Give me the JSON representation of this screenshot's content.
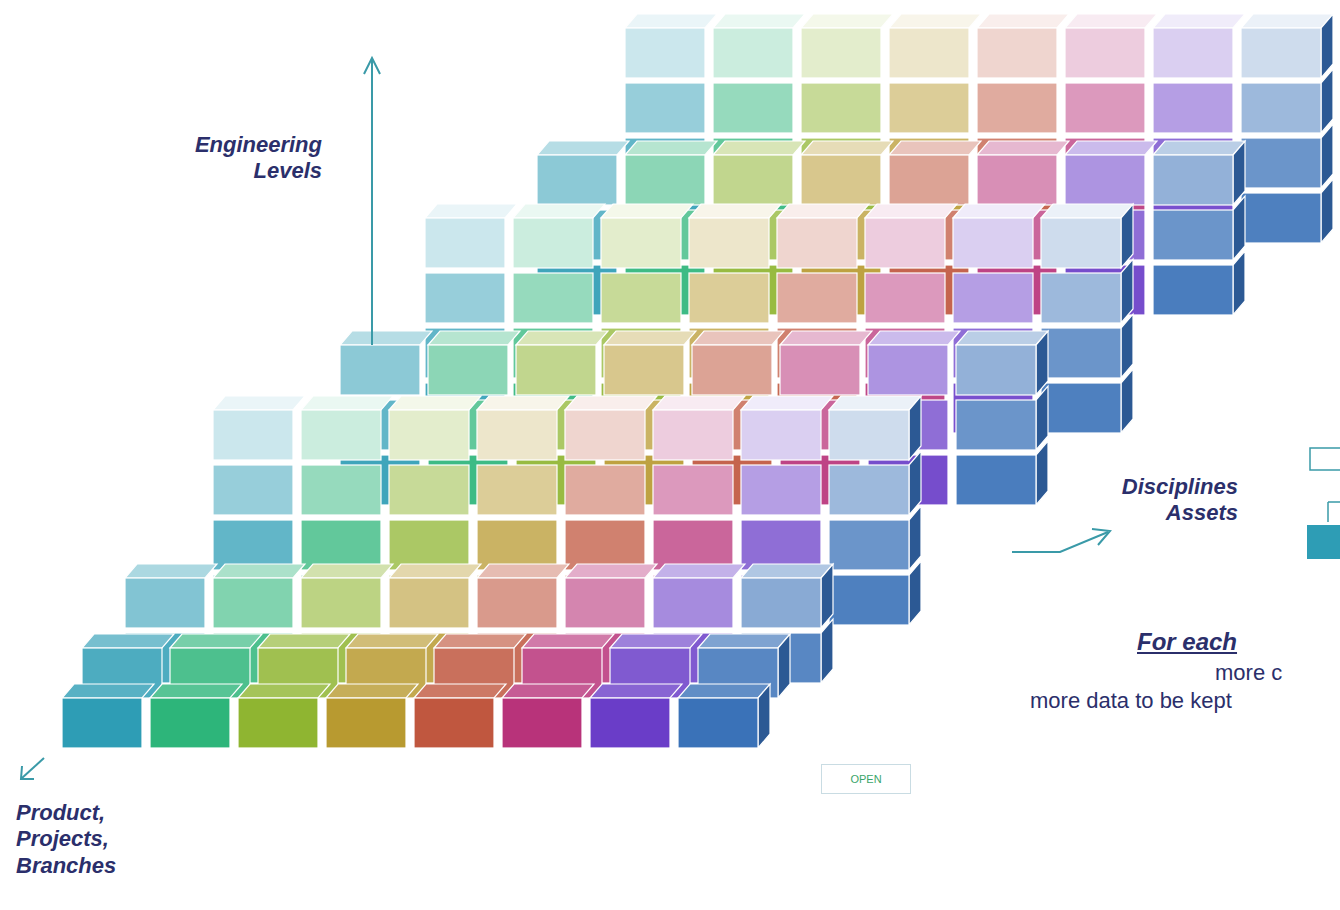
{
  "diagram": {
    "nodes": [
      {
        "text": [
          "OPEN"
        ]
      }
    ],
    "labels": [
      "Engineering Levels",
      "Disciplines Assets",
      "Product, Projects, Branches",
      "For each",
      "more c",
      "more data to be kept"
    ]
  }
}
